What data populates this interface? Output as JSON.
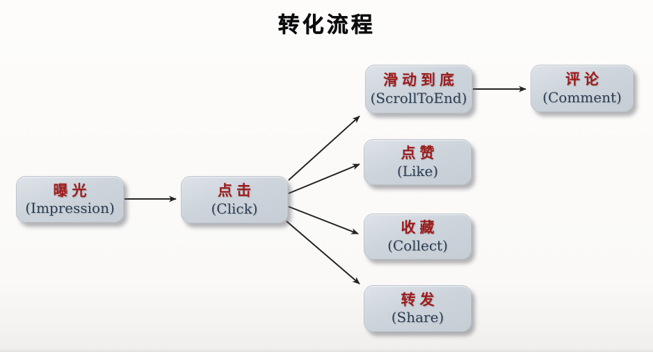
{
  "title": "转化流程",
  "colors": {
    "background": "#faf9f7",
    "node_fill": "#ccd3da",
    "node_border": "#bac2ca",
    "label_zh": "#9e1a1a",
    "label_en": "#2c3e54",
    "arrow": "#222222",
    "title_text": "#0c0c0c"
  },
  "nodes": [
    {
      "id": "impression",
      "zh": "曝光",
      "en": "(Impression)"
    },
    {
      "id": "click",
      "zh": "点击",
      "en": "(Click)"
    },
    {
      "id": "scroll_to_end",
      "zh": "滑动到底",
      "en": "(ScrollToEnd)"
    },
    {
      "id": "comment",
      "zh": "评论",
      "en": "(Comment)"
    },
    {
      "id": "like",
      "zh": "点赞",
      "en": "(Like)"
    },
    {
      "id": "collect",
      "zh": "收藏",
      "en": "(Collect)"
    },
    {
      "id": "share",
      "zh": "转发",
      "en": "(Share)"
    }
  ],
  "edges": [
    {
      "from": "impression",
      "to": "click"
    },
    {
      "from": "click",
      "to": "scroll_to_end"
    },
    {
      "from": "click",
      "to": "like"
    },
    {
      "from": "click",
      "to": "collect"
    },
    {
      "from": "click",
      "to": "share"
    },
    {
      "from": "scroll_to_end",
      "to": "comment"
    }
  ]
}
